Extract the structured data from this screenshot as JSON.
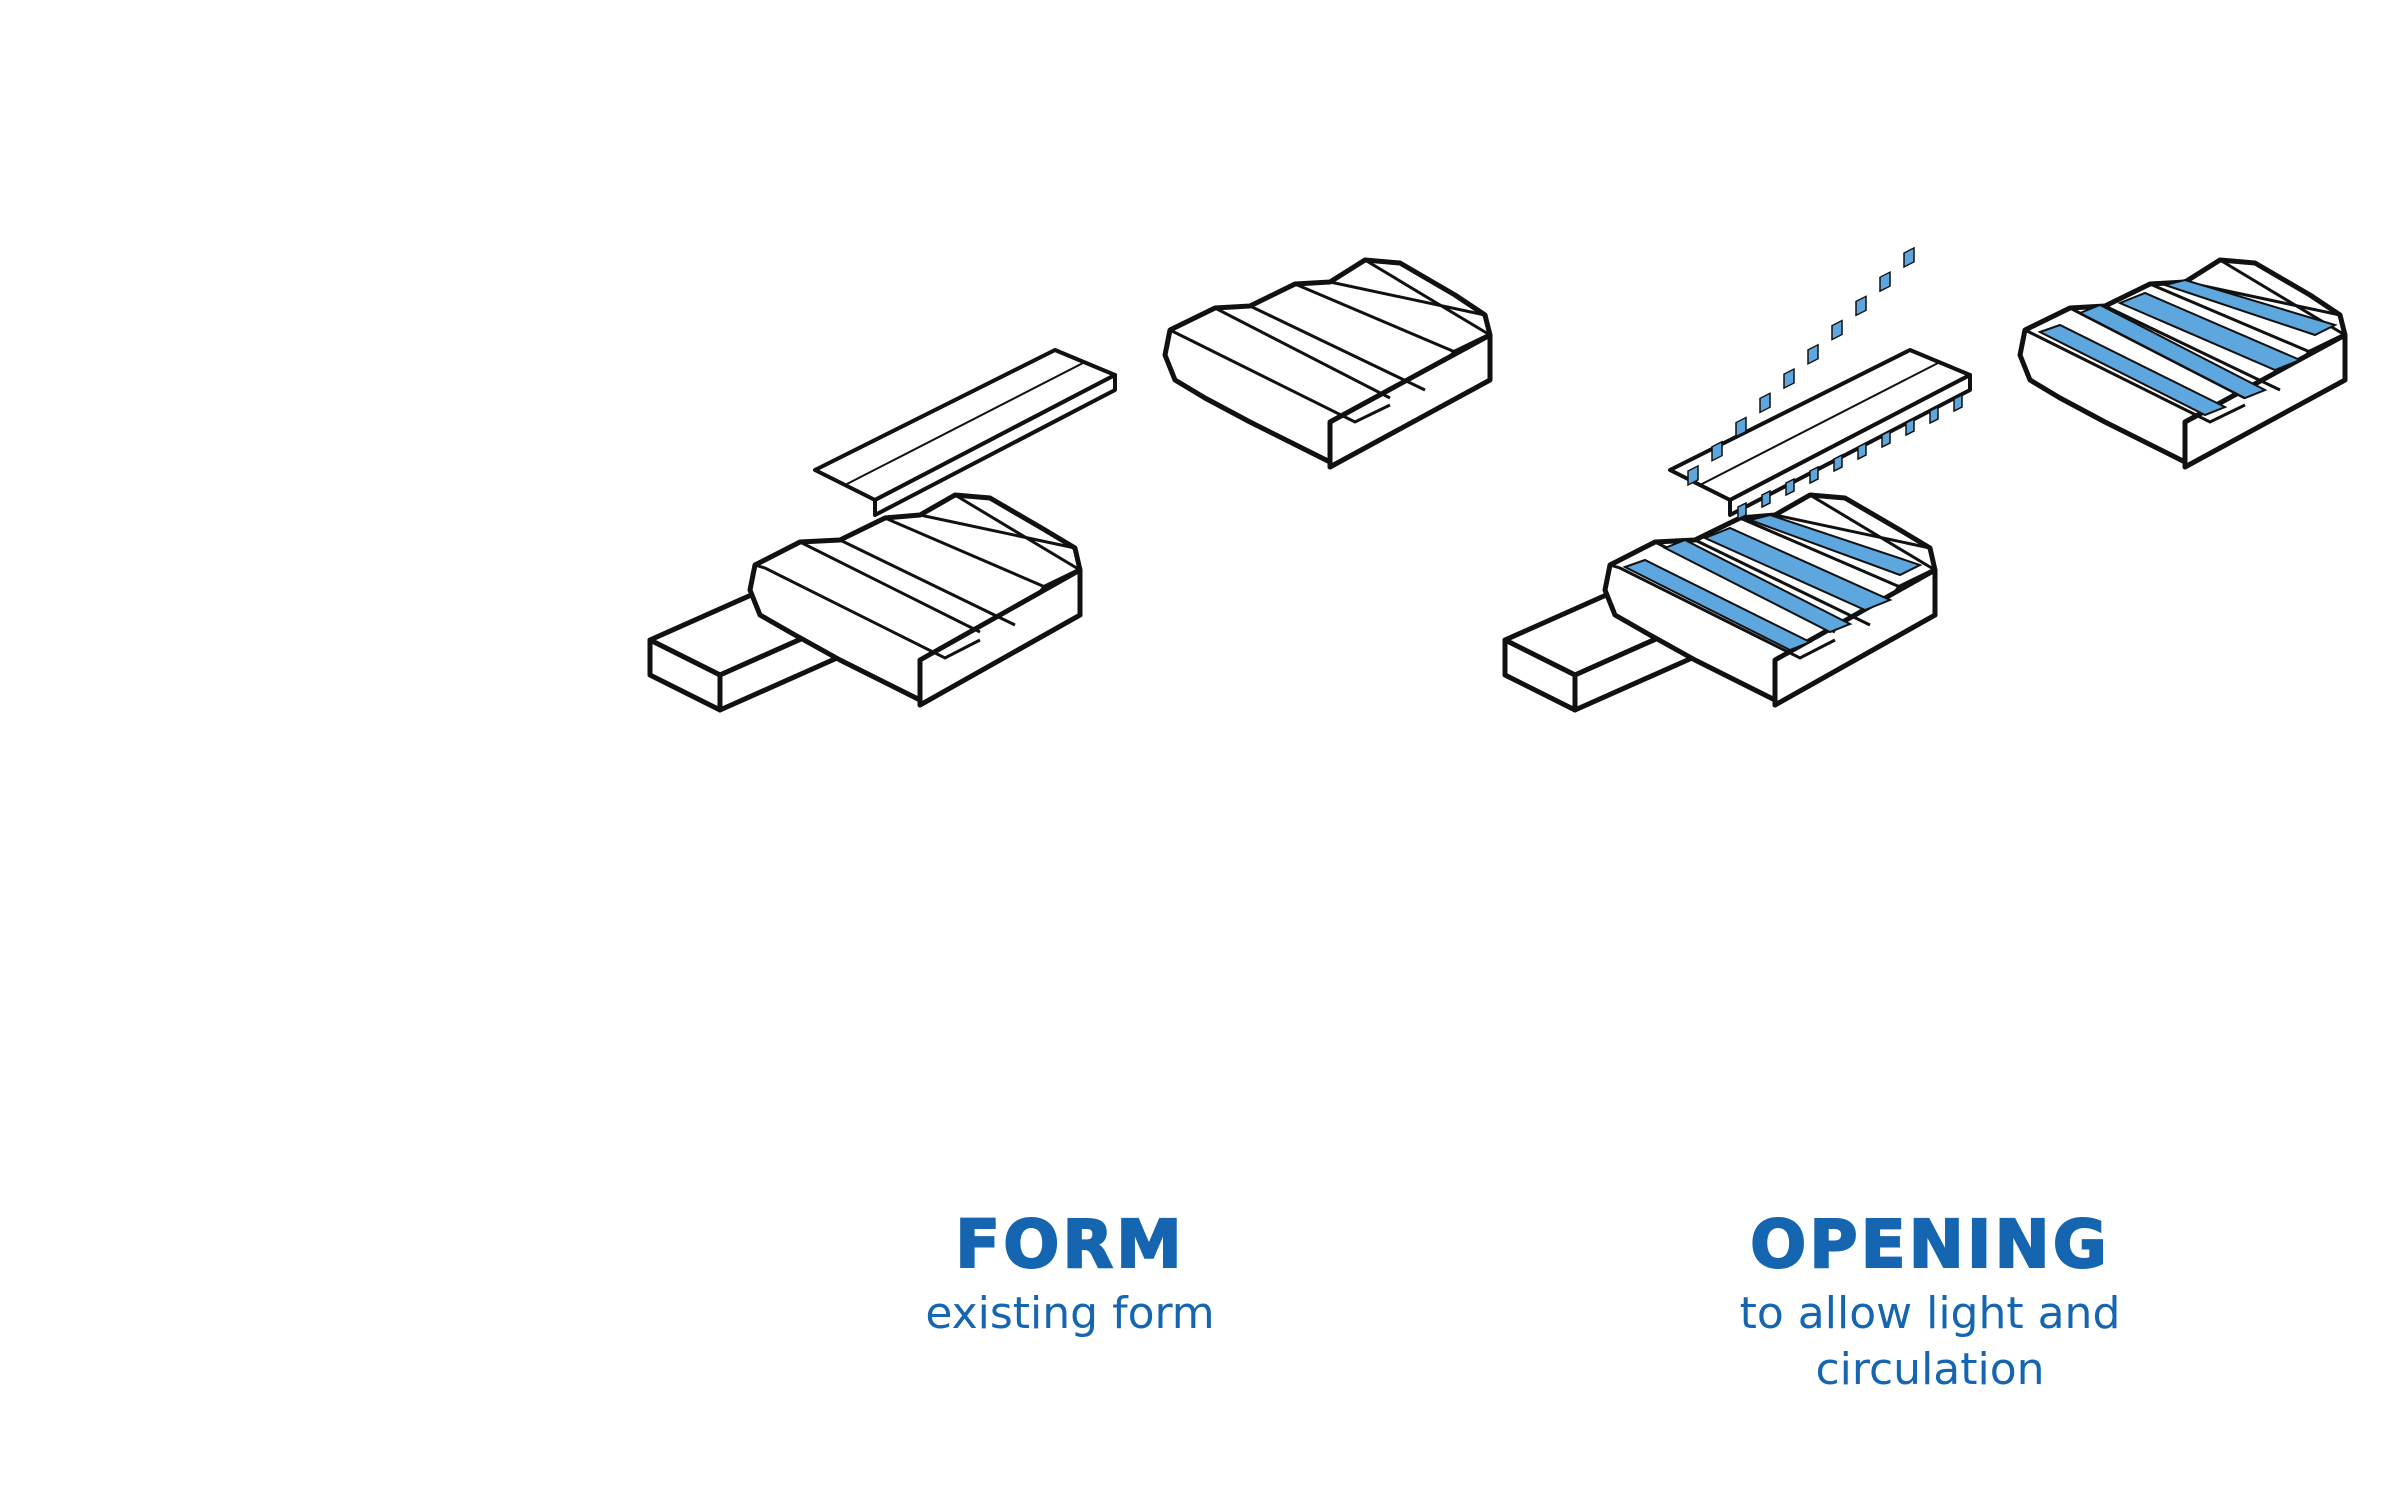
{
  "panels": [
    {
      "id": "form",
      "title": "FORM",
      "subtitle": "existing form",
      "shows_openings": false
    },
    {
      "id": "opening",
      "title": "OPENING",
      "subtitle": "to allow light and circulation",
      "shows_openings": true
    }
  ],
  "colors": {
    "caption": "#1565b0",
    "outline": "#111111",
    "opening_fill": "#5ea6de",
    "background": "#ffffff"
  }
}
